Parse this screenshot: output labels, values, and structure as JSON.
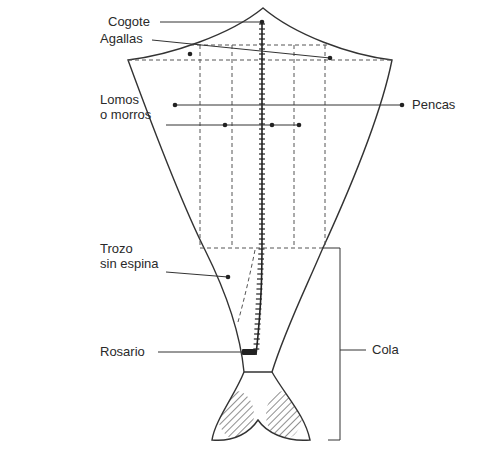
{
  "diagram": {
    "labels": [
      "Cogote",
      "Agallas",
      "Pencas",
      "Lomos o morros",
      "Trozo sin espina",
      "Rosario",
      "Cola"
    ]
  }
}
